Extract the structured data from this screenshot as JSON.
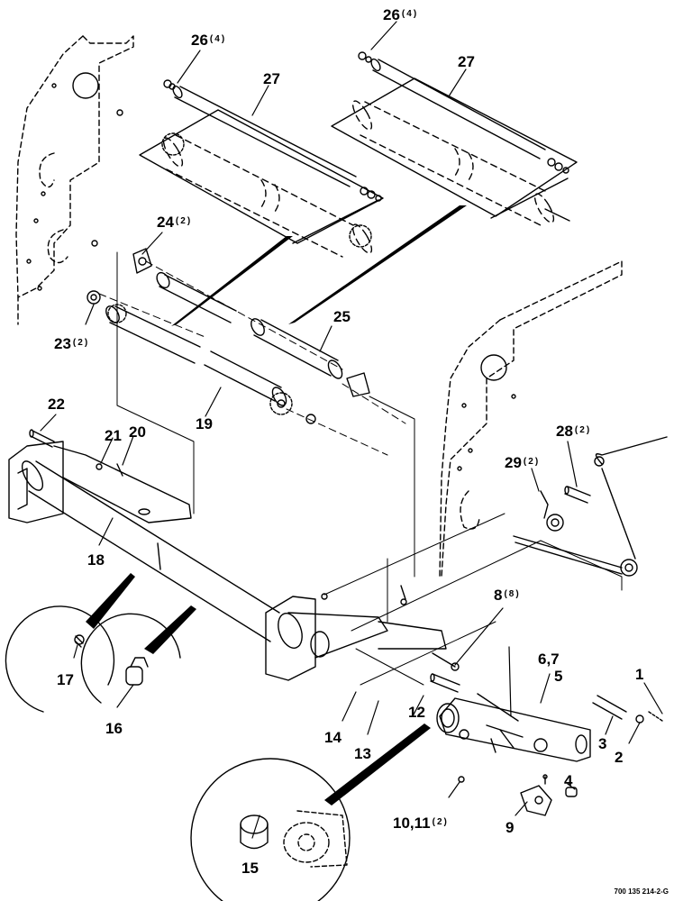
{
  "callouts": {
    "c1": {
      "num": "1",
      "qty": ""
    },
    "c2": {
      "num": "2",
      "qty": ""
    },
    "c3": {
      "num": "3",
      "qty": ""
    },
    "c4": {
      "num": "4",
      "qty": ""
    },
    "c5": {
      "num": "5",
      "qty": ""
    },
    "c67": {
      "num": "6,7",
      "qty": ""
    },
    "c8": {
      "num": "8",
      "qty": "(8)"
    },
    "c9": {
      "num": "9",
      "qty": ""
    },
    "c1011": {
      "num": "10,11",
      "qty": "(2)"
    },
    "c12": {
      "num": "12",
      "qty": ""
    },
    "c13": {
      "num": "13",
      "qty": ""
    },
    "c14": {
      "num": "14",
      "qty": ""
    },
    "c15": {
      "num": "15",
      "qty": ""
    },
    "c16": {
      "num": "16",
      "qty": ""
    },
    "c17": {
      "num": "17",
      "qty": ""
    },
    "c18": {
      "num": "18",
      "qty": ""
    },
    "c19": {
      "num": "19",
      "qty": ""
    },
    "c20": {
      "num": "20",
      "qty": ""
    },
    "c21": {
      "num": "21",
      "qty": ""
    },
    "c22": {
      "num": "22",
      "qty": ""
    },
    "c23": {
      "num": "23",
      "qty": "(2)"
    },
    "c24": {
      "num": "24",
      "qty": "(2)"
    },
    "c25": {
      "num": "25",
      "qty": ""
    },
    "c26a": {
      "num": "26",
      "qty": "(4)"
    },
    "c26b": {
      "num": "26",
      "qty": "(4)"
    },
    "c27a": {
      "num": "27",
      "qty": ""
    },
    "c27b": {
      "num": "27",
      "qty": ""
    },
    "c28": {
      "num": "28",
      "qty": "(2)"
    },
    "c29": {
      "num": "29",
      "qty": "(2)"
    }
  },
  "document_id": "700 135 214-2-G",
  "colors": {
    "ink": "#000000",
    "paper": "#ffffff"
  }
}
